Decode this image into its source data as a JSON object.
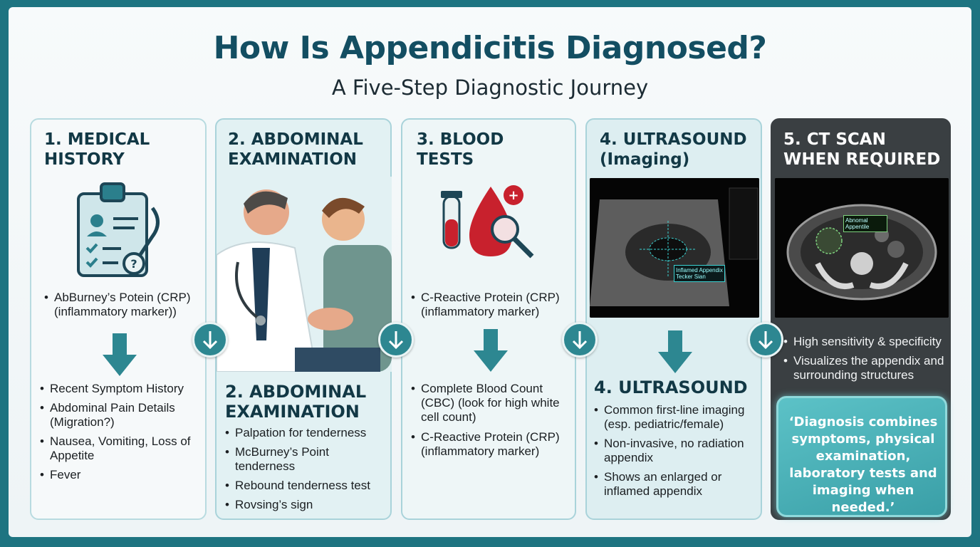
{
  "header": {
    "title": "How Is Appendicitis Diagnosed?",
    "subtitle": "A Five-Step Diagnostic Journey"
  },
  "steps": [
    {
      "title": "1. MEDICAL HISTORY",
      "top_bullets": [
        "AbBurney’s Potein (CRP) (inflammatory marker))"
      ],
      "bottom_bullets": [
        "Recent Symptom History",
        "Abdominal Pain Details (Migration?)",
        "Nausea, Vomiting, Loss of Appetite",
        "Fever"
      ],
      "icon": "clipboard-stethoscope-icon"
    },
    {
      "title": "2. ABDOMINAL EXAMINATION",
      "subheading": "2. ABDOMINAL EXAMINATION",
      "bottom_bullets": [
        "Palpation for tenderness",
        "McBurney’s Point tenderness",
        "Rebound tenderness test",
        "Rovsing’s sign"
      ],
      "image": "doctor-palpating-patient-illustration"
    },
    {
      "title": "3. BLOOD TESTS",
      "top_bullets": [
        "C-Reactive Protein (CRP) (inflammatory marker)"
      ],
      "bottom_bullets": [
        "Complete Blood Count (CBC) (look for high white cell count)",
        "C-Reactive Protein (CRP) (inflammatory marker)"
      ],
      "icon": "blood-drop-test-tube-icon"
    },
    {
      "title": "4. ULTRASOUND (Imaging)",
      "subheading": "4. ULTRASOUND",
      "scan_label": "Inflamed Appendix Tecker Sian",
      "bottom_bullets": [
        "Common first-line imaging (esp. pediatric/female)",
        "Non-invasive, no radiation appendix",
        "Shows an enlarged or inflamed appendix"
      ],
      "image": "ultrasound-scan-image"
    },
    {
      "title": "5. CT SCAN WHEN REQUIRED",
      "scan_label": "Abnomal Appentile",
      "bottom_bullets": [
        "High sensitivity & specificity",
        "Visualizes the appendix and surrounding structures"
      ],
      "image": "ct-scan-image"
    }
  ],
  "quote": "‘Diagnosis combines symptoms, physical examination, laboratory tests and imaging when needed.’",
  "colors": {
    "background": "#1e7481",
    "title": "#134e62",
    "accent": "#2d8791",
    "quote_box": "#4fb6bd"
  }
}
